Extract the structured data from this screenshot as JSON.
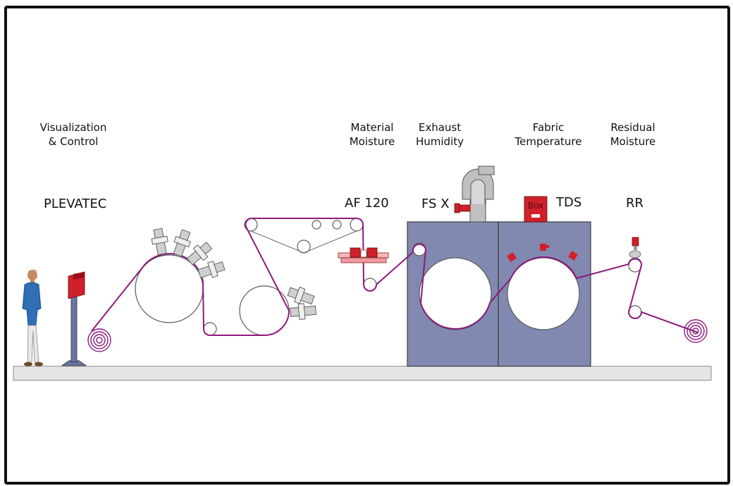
{
  "header_labels": [
    {
      "line1": "Visualization",
      "line2": "& Control"
    },
    {
      "line1": "Material",
      "line2": "Moisture"
    },
    {
      "line1": "Exhaust",
      "line2": "Humidity"
    },
    {
      "line1": "Fabric",
      "line2": "Temperature"
    },
    {
      "line1": "Residual",
      "line2": "Moisture"
    }
  ],
  "device_labels": {
    "plevatec": "PLEVATEC",
    "af120": "AF 120",
    "fsx": "FS X",
    "tds": "TDS",
    "rr": "RR",
    "box": "Box"
  },
  "colors": {
    "fabric": "#8B1A7E",
    "dryer": "#8189B0",
    "sensor_red": "#D0202A",
    "sensor_pink": "#F29AA0",
    "floor": "#E6E6E6",
    "roller_gray": "#BDBDBD",
    "duct_gray": "#BFBFBF"
  }
}
